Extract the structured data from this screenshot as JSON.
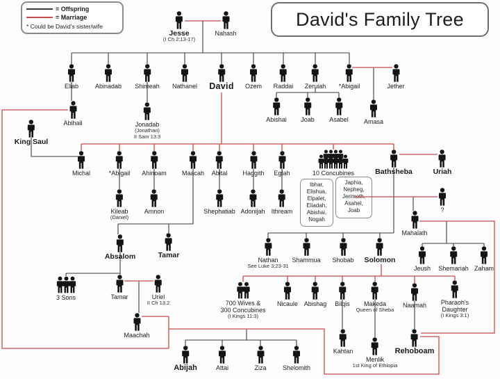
{
  "title": "David's Family Tree",
  "legend": {
    "offspring_label": "= Offspring",
    "marriage_label": "= Marriage",
    "note": "* Could be David's sister/wife",
    "offspring_color": "#3c3c3c",
    "marriage_color": "#c94a4a"
  },
  "concubine_boxes": {
    "left": [
      "Ibhar,",
      "Elishua,",
      "Elpalet,",
      "Eliadah,",
      "Abishai,",
      "Nogah"
    ],
    "right": [
      "Japhia,",
      "Nepheg,",
      "Jerimoth,",
      "Asahel,",
      "Joab"
    ]
  },
  "persons": {
    "jesse": {
      "label": "Jesse",
      "sub": [
        "(I Ch 2:13-17)"
      ]
    },
    "nahash": {
      "label": "Nahash"
    },
    "eliab": {
      "label": "Eliab"
    },
    "abinadab": {
      "label": "Abinadab"
    },
    "shimeah": {
      "label": "Shimeah"
    },
    "nathanel": {
      "label": "Nathanel"
    },
    "david": {
      "label": "David"
    },
    "ozem": {
      "label": "Ozem"
    },
    "raddai": {
      "label": "Raddai"
    },
    "zeruiah": {
      "label": "Zeruiah"
    },
    "abigail_sister": {
      "label": "*Abigail"
    },
    "jether": {
      "label": "Jether"
    },
    "abihail": {
      "label": "Abihail"
    },
    "jonadab": {
      "label": "Jonadab",
      "sub": [
        "(Jonathan)",
        "II Sam 13:3"
      ]
    },
    "abishai_z": {
      "label": "Abishai"
    },
    "joab_z": {
      "label": "Joab"
    },
    "asabel": {
      "label": "Asabel"
    },
    "amasa": {
      "label": "Amasa"
    },
    "king_saul": {
      "label": "King Saul"
    },
    "michal": {
      "label": "Michal"
    },
    "abigail_wife": {
      "label": "*Abigail"
    },
    "ahinoam": {
      "label": "Ahinoam"
    },
    "maacah": {
      "label": "Maacah"
    },
    "abital": {
      "label": "Abital"
    },
    "haggith": {
      "label": "Haggith"
    },
    "eglah": {
      "label": "Eglah"
    },
    "concubines": {
      "label": "10 Concubines"
    },
    "bathsheba": {
      "label": "Bathsheba"
    },
    "uriah": {
      "label": "Uriah"
    },
    "kileab": {
      "label": "Kileab",
      "sub": [
        "(Daniel)"
      ]
    },
    "amnon": {
      "label": "Amnon"
    },
    "shephatiab": {
      "label": "Shephatiab"
    },
    "adonijah": {
      "label": "Adonijah"
    },
    "ithream": {
      "label": "Ithream"
    },
    "unknown_wife": {
      "label": "?"
    },
    "mahalath": {
      "label": "Mahalath"
    },
    "absalom": {
      "label": "Absalom"
    },
    "tamar1": {
      "label": "Tamar"
    },
    "three_sons": {
      "label": "3 Sons"
    },
    "tamar2": {
      "label": "Tamar"
    },
    "uriel": {
      "label": "Uriel",
      "sub": [
        "II Ch 13.2"
      ]
    },
    "maachah2": {
      "label": "Maachah"
    },
    "nathan": {
      "label": "Nathan",
      "sub": [
        "See Luke 3:23-31"
      ]
    },
    "shammua": {
      "label": "Shammua"
    },
    "shobab": {
      "label": "Shobab"
    },
    "solomon": {
      "label": "Solomon"
    },
    "jeush": {
      "label": "Jeush"
    },
    "shemariah": {
      "label": "Shemariah"
    },
    "zaham": {
      "label": "Zaham"
    },
    "wives700": {
      "label": "700 Wives &",
      "label2": "300 Concubines",
      "sub": [
        "(I Kings 11:3)"
      ]
    },
    "nicaule": {
      "label": "Nicaule"
    },
    "abishag": {
      "label": "Abishag"
    },
    "bilqis": {
      "label": "Bilqis"
    },
    "makeda": {
      "label": "Makeda",
      "sub": [
        "Queen of Sheba"
      ]
    },
    "naamah": {
      "label": "Naamah"
    },
    "pharaohs_daughter": {
      "label": "Pharaoh's",
      "label2": "Daughter",
      "sub": [
        "(I Kings 3:1)"
      ]
    },
    "kahtan": {
      "label": "Kahtan"
    },
    "menlik": {
      "label": "Menlik",
      "sub": [
        "1st King of Ethiopia"
      ]
    },
    "rehoboam": {
      "label": "Rehoboam"
    },
    "abijah": {
      "label": "Abijah"
    },
    "attai": {
      "label": "Attai"
    },
    "ziza": {
      "label": "Ziza"
    },
    "shelomith": {
      "label": "Shelomith"
    }
  }
}
